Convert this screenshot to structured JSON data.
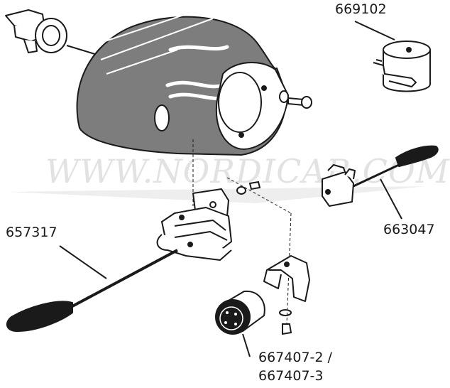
{
  "labels": {
    "flasher_relay": "669102",
    "left_stalk_switch": "657317",
    "right_stalk_switch": "663047",
    "buzzer_relay_line1": "667407-2 /",
    "buzzer_relay_line2": "667407-3"
  },
  "watermark": "WWW.NORDICAR.COM",
  "colors": {
    "ink": "#1a1a1a",
    "shroud_fill": "#7d7d7d",
    "watermark": "#e2e2e2"
  }
}
